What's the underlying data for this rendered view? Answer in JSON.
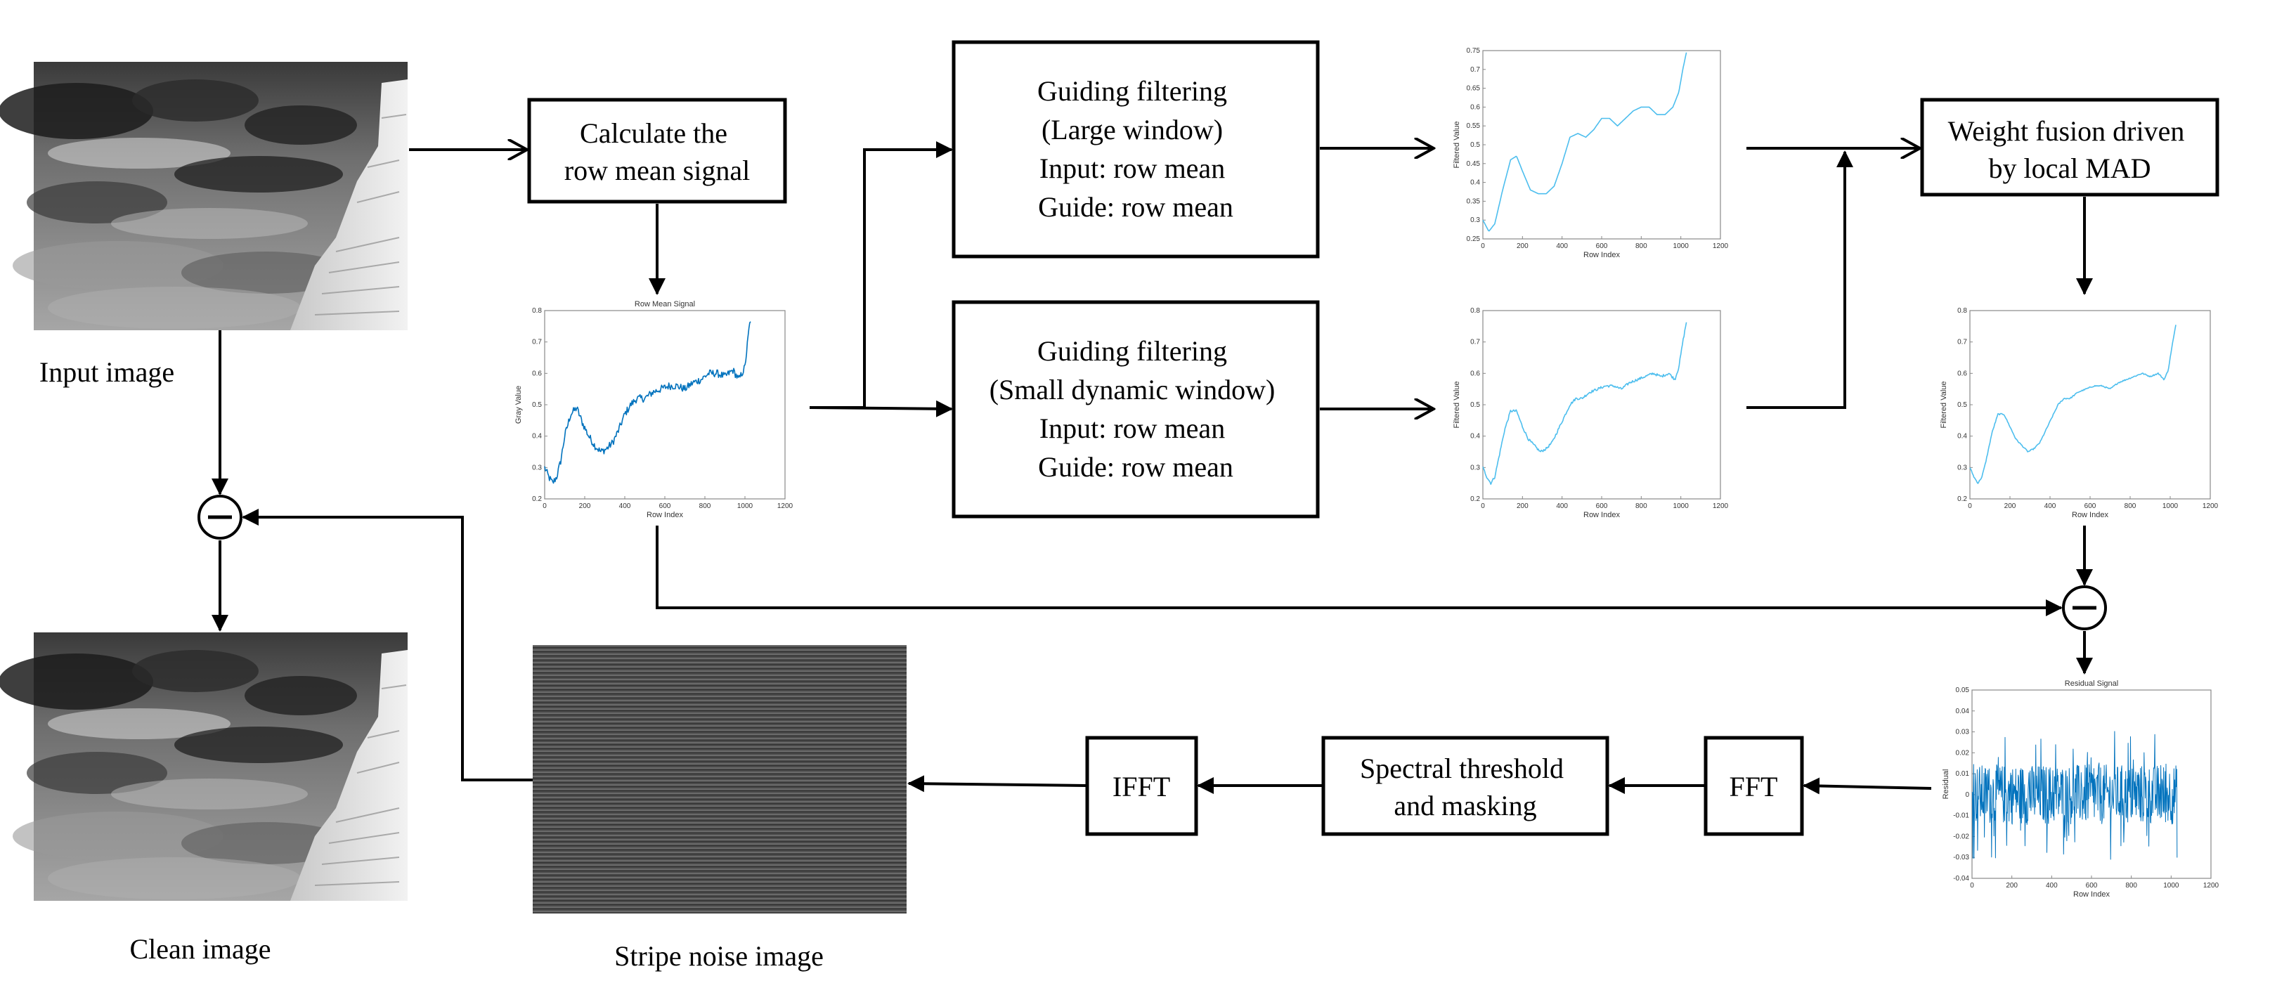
{
  "labels": {
    "input_image": "Input  image",
    "clean_image": "Clean image",
    "stripe_noise_image": "Stripe noise image"
  },
  "boxes": {
    "row_mean": [
      "Calculate the",
      "row mean signal"
    ],
    "gf_large": [
      "Guiding filtering",
      "(Large window)",
      "Input: row mean",
      "Guide: row mean"
    ],
    "gf_small": [
      "Guiding filtering",
      "(Small dynamic window)",
      "Input: row mean",
      "Guide: row mean"
    ],
    "fusion": [
      "Weight fusion driven",
      "by local MAD"
    ],
    "spectral": [
      "Spectral threshold",
      "and masking"
    ],
    "fft": "FFT",
    "ifft": "IFFT"
  },
  "operators": {
    "subtract_symbol": "−"
  },
  "colors": {
    "line": "#000000",
    "signal_dark": "#0072BD",
    "signal_light": "#4DBEEE"
  },
  "chart_data": [
    {
      "id": "row-mean-signal",
      "type": "line",
      "title": "Row Mean Signal",
      "xlabel": "Row Index",
      "ylabel": "Gray Value",
      "xlim": [
        0,
        1200
      ],
      "ylim": [
        0.2,
        0.8
      ],
      "xticks": [
        0,
        200,
        400,
        600,
        800,
        1000,
        1200
      ],
      "yticks": [
        0.2,
        0.3,
        0.4,
        0.5,
        0.6,
        0.7,
        0.8
      ],
      "noise": 0.012,
      "color": "#0072BD",
      "series": [
        {
          "x": [
            0,
            20,
            40,
            60,
            80,
            100,
            130,
            160,
            190,
            220,
            250,
            280,
            310,
            340,
            370,
            400,
            430,
            460,
            500,
            540,
            580,
            620,
            660,
            700,
            740,
            780,
            820,
            860,
            900,
            940,
            970,
            1000,
            1010,
            1020,
            1030
          ],
          "values": [
            0.3,
            0.27,
            0.25,
            0.27,
            0.32,
            0.4,
            0.47,
            0.49,
            0.44,
            0.4,
            0.37,
            0.35,
            0.36,
            0.38,
            0.42,
            0.47,
            0.5,
            0.52,
            0.52,
            0.54,
            0.55,
            0.56,
            0.56,
            0.55,
            0.57,
            0.58,
            0.6,
            0.6,
            0.59,
            0.61,
            0.58,
            0.62,
            0.68,
            0.74,
            0.78
          ]
        }
      ]
    },
    {
      "id": "filtered-large",
      "type": "line",
      "title": "",
      "xlabel": "Row Index",
      "ylabel": "Filtered Value",
      "xlim": [
        0,
        1200
      ],
      "ylim": [
        0.25,
        0.75
      ],
      "xticks": [
        0,
        200,
        400,
        600,
        800,
        1000,
        1200
      ],
      "yticks": [
        0.25,
        0.3,
        0.35,
        0.4,
        0.45,
        0.5,
        0.55,
        0.6,
        0.65,
        0.7,
        0.75
      ],
      "noise": 0,
      "color": "#4DBEEE",
      "series": [
        {
          "x": [
            0,
            30,
            60,
            100,
            140,
            170,
            200,
            240,
            280,
            320,
            360,
            400,
            440,
            480,
            520,
            560,
            600,
            640,
            680,
            720,
            760,
            800,
            840,
            880,
            920,
            960,
            990,
            1010,
            1030
          ],
          "values": [
            0.3,
            0.27,
            0.29,
            0.38,
            0.46,
            0.47,
            0.43,
            0.38,
            0.37,
            0.37,
            0.39,
            0.45,
            0.52,
            0.53,
            0.52,
            0.54,
            0.57,
            0.57,
            0.55,
            0.57,
            0.59,
            0.6,
            0.6,
            0.58,
            0.58,
            0.6,
            0.64,
            0.7,
            0.75
          ]
        }
      ]
    },
    {
      "id": "filtered-small",
      "type": "line",
      "title": "",
      "xlabel": "Row Index",
      "ylabel": "Filtered Value",
      "xlim": [
        0,
        1200
      ],
      "ylim": [
        0.2,
        0.8
      ],
      "xticks": [
        0,
        200,
        400,
        600,
        800,
        1000,
        1200
      ],
      "yticks": [
        0.2,
        0.3,
        0.4,
        0.5,
        0.6,
        0.7,
        0.8
      ],
      "noise": 0.004,
      "color": "#4DBEEE",
      "series": [
        {
          "x": [
            0,
            20,
            40,
            60,
            80,
            110,
            140,
            170,
            200,
            230,
            260,
            290,
            320,
            350,
            380,
            410,
            440,
            470,
            500,
            540,
            580,
            620,
            660,
            700,
            740,
            780,
            820,
            860,
            900,
            940,
            970,
            990,
            1010,
            1030
          ],
          "values": [
            0.3,
            0.27,
            0.25,
            0.27,
            0.33,
            0.42,
            0.48,
            0.48,
            0.43,
            0.39,
            0.37,
            0.35,
            0.36,
            0.38,
            0.42,
            0.46,
            0.5,
            0.52,
            0.52,
            0.54,
            0.55,
            0.56,
            0.56,
            0.55,
            0.57,
            0.58,
            0.59,
            0.6,
            0.59,
            0.6,
            0.58,
            0.62,
            0.7,
            0.77
          ]
        }
      ]
    },
    {
      "id": "fused-signal",
      "type": "line",
      "title": "",
      "xlabel": "Row Index",
      "ylabel": "Filtered Value",
      "xlim": [
        0,
        1200
      ],
      "ylim": [
        0.2,
        0.8
      ],
      "xticks": [
        0,
        200,
        400,
        600,
        800,
        1000,
        1200
      ],
      "yticks": [
        0.2,
        0.3,
        0.4,
        0.5,
        0.6,
        0.7,
        0.8
      ],
      "noise": 0.002,
      "color": "#4DBEEE",
      "series": [
        {
          "x": [
            0,
            20,
            40,
            60,
            80,
            110,
            140,
            170,
            200,
            230,
            260,
            290,
            320,
            350,
            380,
            410,
            440,
            470,
            500,
            540,
            580,
            620,
            660,
            700,
            740,
            780,
            820,
            860,
            900,
            940,
            970,
            990,
            1010,
            1030
          ],
          "values": [
            0.3,
            0.27,
            0.25,
            0.27,
            0.32,
            0.41,
            0.47,
            0.47,
            0.43,
            0.39,
            0.37,
            0.35,
            0.36,
            0.38,
            0.42,
            0.46,
            0.5,
            0.52,
            0.52,
            0.54,
            0.55,
            0.56,
            0.56,
            0.55,
            0.57,
            0.58,
            0.59,
            0.6,
            0.59,
            0.6,
            0.58,
            0.61,
            0.69,
            0.76
          ]
        }
      ]
    },
    {
      "id": "residual-signal",
      "type": "line",
      "title": "Residual Signal",
      "xlabel": "Row Index",
      "ylabel": "Residual",
      "xlim": [
        0,
        1200
      ],
      "ylim": [
        -0.04,
        0.05
      ],
      "xticks": [
        0,
        200,
        400,
        600,
        800,
        1000,
        1200
      ],
      "yticks": [
        -0.04,
        -0.03,
        -0.02,
        -0.01,
        0,
        0.01,
        0.02,
        0.03,
        0.04,
        0.05
      ],
      "noise": 0.012,
      "color": "#0072BD",
      "series": [
        {
          "x": [
            0,
            100,
            200,
            300,
            400,
            500,
            600,
            700,
            800,
            900,
            1000,
            1030
          ],
          "values": [
            0,
            0,
            0,
            0,
            0,
            0,
            0,
            0,
            0,
            0,
            0,
            0
          ]
        }
      ]
    }
  ]
}
